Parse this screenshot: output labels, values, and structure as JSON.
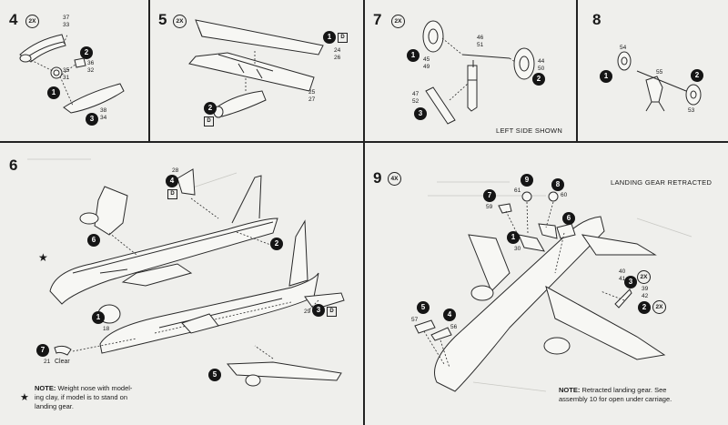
{
  "steps": {
    "s4": {
      "number": "4",
      "qty": "2X",
      "parts": [
        {
          "callout": "2",
          "nums": "36\n32"
        },
        {
          "callout": "1",
          "nums": "35\n31"
        },
        {
          "callout": "3",
          "nums": "38\n34"
        }
      ],
      "top_nums": "37\n33"
    },
    "s5": {
      "number": "5",
      "qty": "2X",
      "parts": [
        {
          "callout": "1",
          "box": "D",
          "nums": "24\n26"
        },
        {
          "callout": "2",
          "box": "D",
          "nums": "25\n27"
        }
      ]
    },
    "s7": {
      "number": "7",
      "qty": "2X",
      "nums_a": "45\n49",
      "nums_b": "46\n51",
      "nums_c": "44\n50",
      "nums_d": "47\n52",
      "callouts": [
        "1",
        "2",
        "3"
      ],
      "caption": "LEFT SIDE SHOWN"
    },
    "s8": {
      "number": "8",
      "nums_a": "54",
      "nums_b": "55",
      "nums_c": "53",
      "callouts": [
        "1",
        "2"
      ]
    },
    "s6": {
      "number": "6",
      "callouts": [
        "1",
        "2",
        "3",
        "4",
        "5",
        "6",
        "7"
      ],
      "nums": {
        "n28": "28",
        "n18": "18",
        "n29": "29",
        "n21": "21"
      },
      "boxes": {
        "b4": "D",
        "b3": "D"
      },
      "clear_label": "Clear",
      "note_bold": "NOTE:",
      "note_text": "Weight nose with model-\ning clay, if model is to stand on\nlanding gear.",
      "star_glyph": "★"
    },
    "s9": {
      "number": "9",
      "qty": "4X",
      "header": "LANDING GEAR RETRACTED",
      "callouts": [
        "9",
        "8",
        "7",
        "6",
        "1",
        "5",
        "4",
        "3",
        "2"
      ],
      "nums": {
        "n61": "61",
        "n60": "60",
        "n59": "59",
        "n30": "30",
        "n57": "57",
        "n56": "56",
        "n4041": "40\n41",
        "n3942": "39\n42"
      },
      "qty_small": [
        "2X",
        "2X"
      ],
      "note_bold": "NOTE:",
      "note_text": "Retracted landing gear. See\nassembly 10 for open under carriage."
    }
  }
}
